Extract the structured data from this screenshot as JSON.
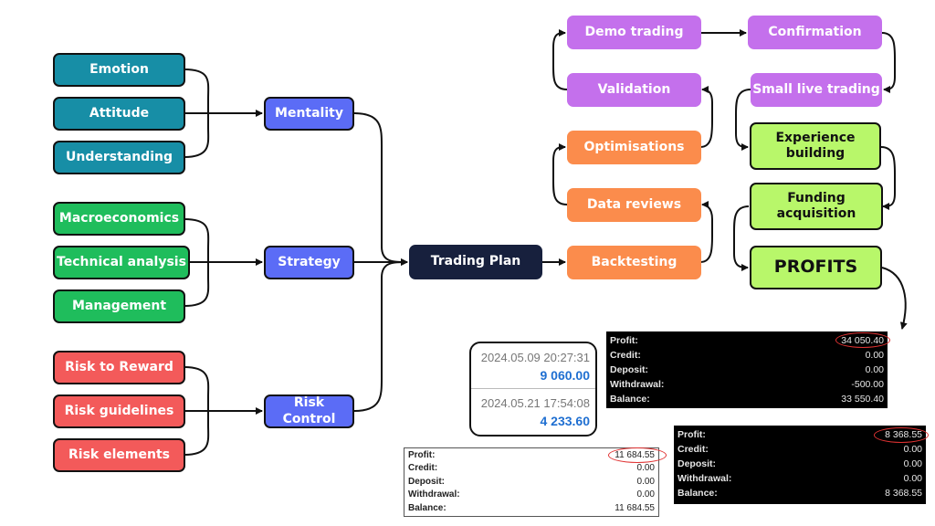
{
  "nodes": {
    "emotion": "Emotion",
    "attitude": "Attitude",
    "understanding": "Understanding",
    "macroeconomics": "Macroeconomics",
    "technical_analysis": "Technical analysis",
    "management": "Management",
    "risk_to_reward": "Risk to Reward",
    "risk_guidelines": "Risk guidelines",
    "risk_elements": "Risk elements",
    "mentality": "Mentality",
    "strategy": "Strategy",
    "risk_control": "Risk Control",
    "trading_plan": "Trading Plan",
    "demo_trading": "Demo trading",
    "confirmation": "Confirmation",
    "validation": "Validation",
    "small_live_trading": "Small live trading",
    "optimisations": "Optimisations",
    "experience_building": "Experience building",
    "data_reviews": "Data reviews",
    "funding_acquisition": "Funding acquisition",
    "backtesting": "Backtesting",
    "profits": "PROFITS"
  },
  "statements": {
    "top_right": {
      "rows": [
        {
          "label": "Profit:",
          "value": "34 050.40"
        },
        {
          "label": "Credit:",
          "value": "0.00"
        },
        {
          "label": "Deposit:",
          "value": "0.00"
        },
        {
          "label": "Withdrawal:",
          "value": "-500.00"
        },
        {
          "label": "Balance:",
          "value": "33 550.40"
        }
      ]
    },
    "bottom_right": {
      "rows": [
        {
          "label": "Profit:",
          "value": "8 368.55"
        },
        {
          "label": "Credit:",
          "value": "0.00"
        },
        {
          "label": "Deposit:",
          "value": "0.00"
        },
        {
          "label": "Withdrawal:",
          "value": "0.00"
        },
        {
          "label": "Balance:",
          "value": "8 368.55"
        }
      ]
    },
    "bottom_left": {
      "rows": [
        {
          "label": "Profit:",
          "value": "11 684.55"
        },
        {
          "label": "Credit:",
          "value": "0.00"
        },
        {
          "label": "Deposit:",
          "value": "0.00"
        },
        {
          "label": "Withdrawal:",
          "value": "0.00"
        },
        {
          "label": "Balance:",
          "value": "11 684.55"
        }
      ]
    }
  },
  "trades": [
    {
      "timestamp": "2024.05.09 20:27:31",
      "amount": "9 060.00"
    },
    {
      "timestamp": "2024.05.21 17:54:08",
      "amount": "4 233.60"
    }
  ],
  "colors": {
    "teal": "#178ea6",
    "green": "#1fbd5c",
    "red": "#f35a5a",
    "blue": "#5b6cf6",
    "navy": "#17203d",
    "purple": "#c470ec",
    "orange": "#fb8c4c",
    "lime": "#b8f76a",
    "highlight_circle": "#e03232",
    "amount_blue": "#1f6fd1"
  }
}
